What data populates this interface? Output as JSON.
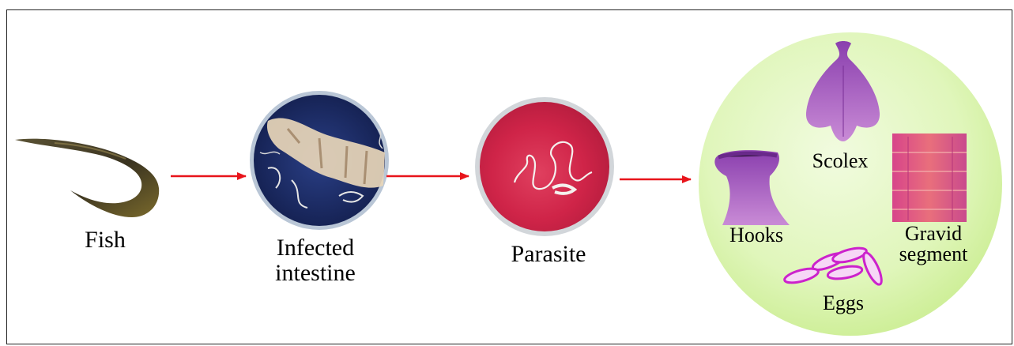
{
  "labels": {
    "fish": "Fish",
    "infected_intestine_line1": "Infected",
    "infected_intestine_line2": "intestine",
    "parasite": "Parasite",
    "scolex": "Scolex",
    "hooks": "Hooks",
    "gravid_line1": "Gravid",
    "gravid_line2": "segment",
    "eggs": "Eggs"
  },
  "colors": {
    "arrow": "#e8141b",
    "petri_blue": "#1d2c66",
    "petri_red": "#c81f44",
    "circle_fill": "#e2f7c0",
    "stain_purple": "#9c4fb8",
    "egg_magenta": "#cc22cc",
    "fish": "#3b3320"
  }
}
